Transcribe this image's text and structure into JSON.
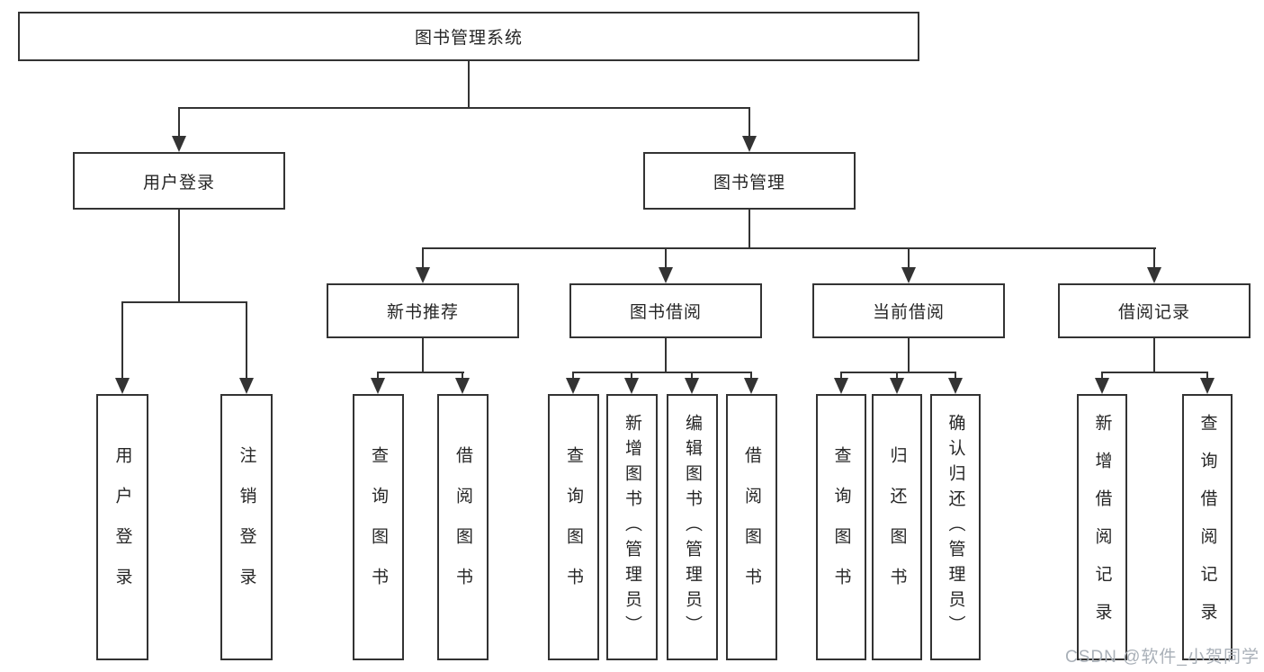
{
  "theme": {
    "line": "#333333",
    "text": "#262626",
    "bg": "#ffffff",
    "watermark": "#a9b0b8"
  },
  "diagram": {
    "root": {
      "label": "图书管理系统"
    },
    "branches": [
      {
        "label": "用户登录",
        "children": [
          {
            "label": "用户登录"
          },
          {
            "label": "注销登录"
          }
        ]
      },
      {
        "label": "图书管理",
        "children": [
          {
            "label": "新书推荐",
            "children": [
              {
                "label": "查询图书"
              },
              {
                "label": "借阅图书"
              }
            ]
          },
          {
            "label": "图书借阅",
            "children": [
              {
                "label": "查询图书"
              },
              {
                "label": "新增图书（管理员）"
              },
              {
                "label": "编辑图书（管理员）"
              },
              {
                "label": "借阅图书"
              }
            ]
          },
          {
            "label": "当前借阅",
            "children": [
              {
                "label": "查询图书"
              },
              {
                "label": "归还图书"
              },
              {
                "label": "确认归还（管理员）"
              }
            ]
          },
          {
            "label": "借阅记录",
            "children": [
              {
                "label": "新增借阅记录"
              },
              {
                "label": "查询借阅记录"
              }
            ]
          }
        ]
      }
    ]
  },
  "watermark": "CSDN @软件_小贺同学"
}
